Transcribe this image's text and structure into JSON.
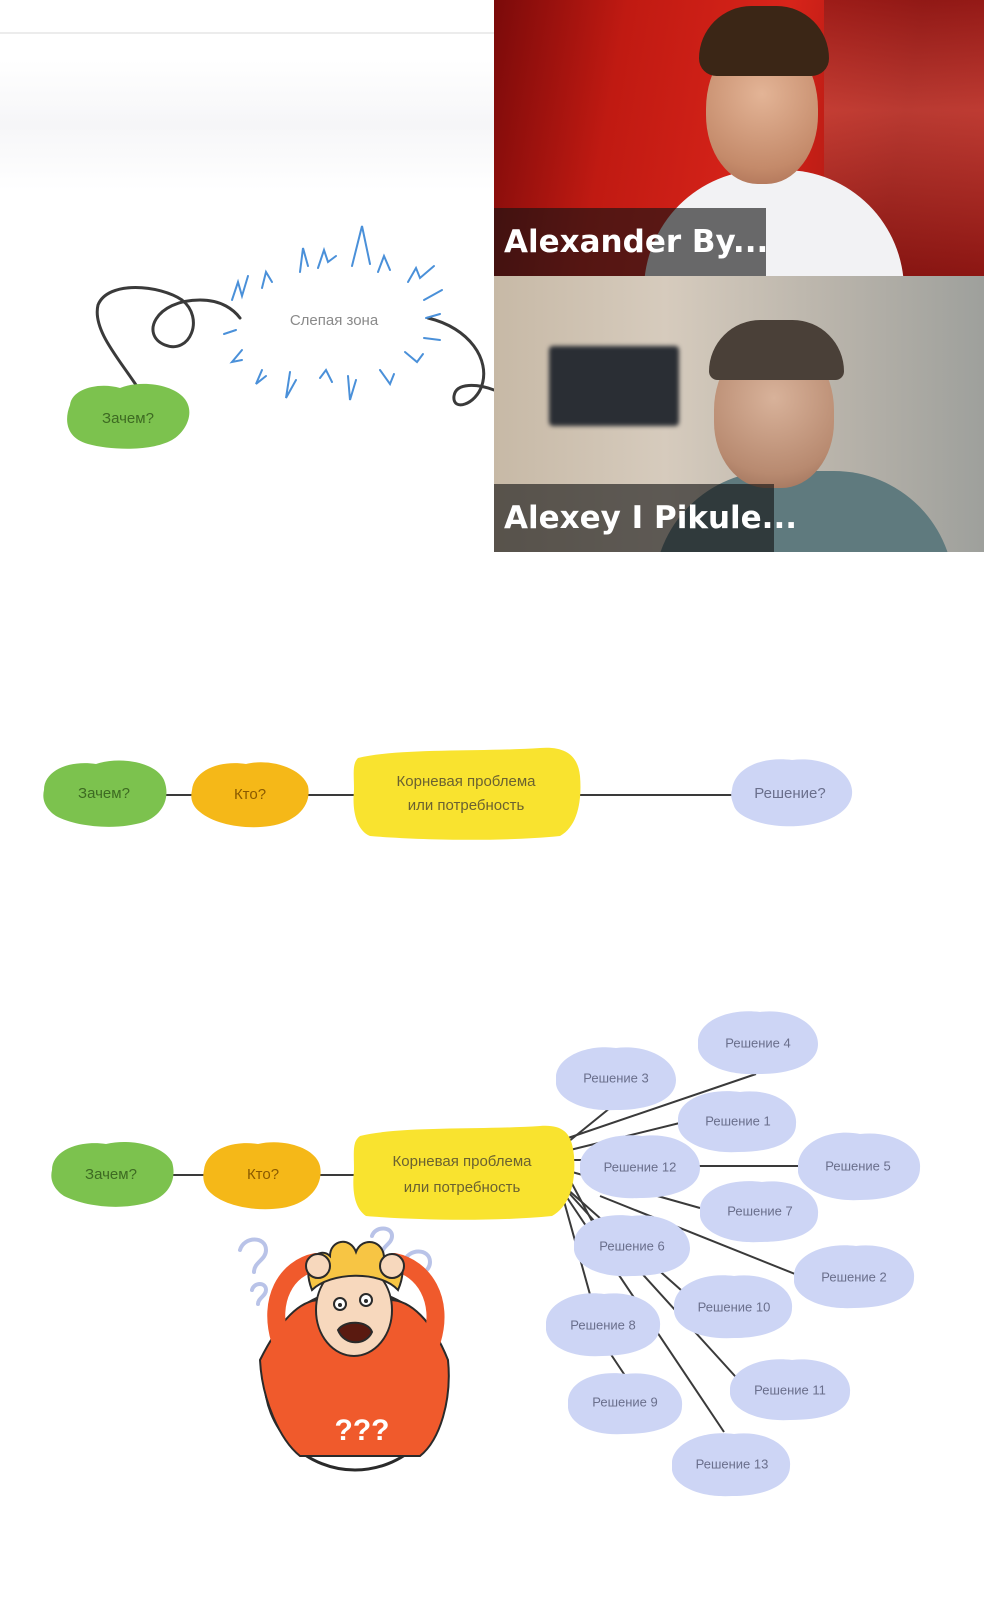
{
  "slide": {
    "section1": {
      "blind_zone_label": "Слепая зона",
      "why_label": "Зачем?"
    },
    "section2": {
      "why_label": "Зачем?",
      "who_label": "Кто?",
      "root_line1": "Корневая проблема",
      "root_line2": "или потребность",
      "solution_label": "Решение?"
    },
    "section3": {
      "why_label": "Зачем?",
      "who_label": "Кто?",
      "root_line1": "Корневая проблема",
      "root_line2": "или потребность",
      "solutions": [
        "Решение 4",
        "Решение 3",
        "Решение 1",
        "Решение 12",
        "Решение 5",
        "Решение 7",
        "Решение 6",
        "Решение 2",
        "Решение 10",
        "Решение 8",
        "Решение 11",
        "Решение 9",
        "Решение 13"
      ],
      "shirt_text": "???"
    }
  },
  "participants": [
    {
      "name": "Alexander By..."
    },
    {
      "name": "Alexey I Pikule..."
    }
  ],
  "colors": {
    "green": "#7cc24e",
    "orange": "#f5b818",
    "yellow": "#f9e32f",
    "lavender": "#cdd5f5",
    "scribble_blue": "#4a90d9",
    "line": "#3a3a3a",
    "character_shirt": "#f05a2c"
  }
}
